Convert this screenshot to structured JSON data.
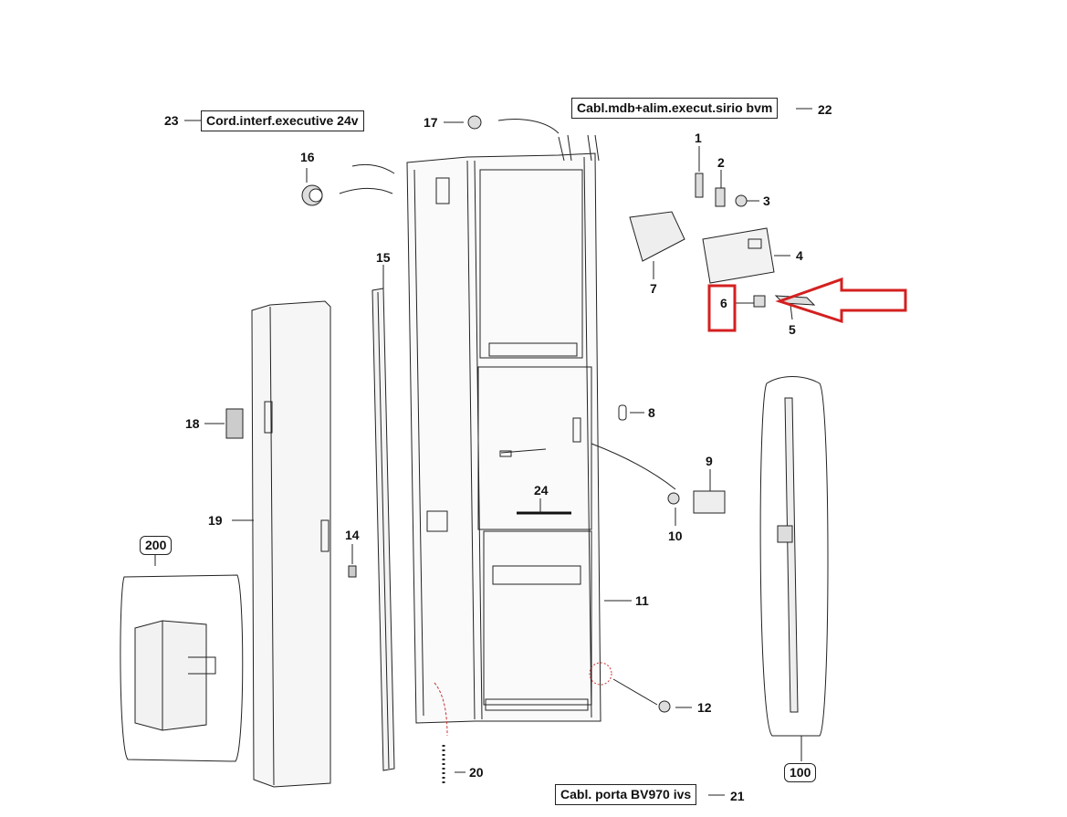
{
  "labels": {
    "part_1": "1",
    "part_2": "2",
    "part_3": "3",
    "part_4": "4",
    "part_5": "5",
    "part_6": "6",
    "part_7": "7",
    "part_8": "8",
    "part_9": "9",
    "part_10": "10",
    "part_11": "11",
    "part_12": "12",
    "part_14": "14",
    "part_15": "15",
    "part_16": "16",
    "part_17": "17",
    "part_18": "18",
    "part_19": "19",
    "part_20": "20",
    "part_21": "21",
    "part_22": "22",
    "part_23": "23",
    "part_24": "24",
    "part_100": "100",
    "part_200": "200"
  },
  "cable_labels": {
    "cable_23": "Cord.interf.executive 24v",
    "cable_22": "Cabl.mdb+alim.execut.sirio bvm",
    "cable_21": "Cabl. porta BV970 ivs"
  },
  "colors": {
    "line": "#222222",
    "highlight": "#d42020",
    "panel_fill": "#f4f4f4"
  },
  "icons": {
    "arrow": "red-arrow-icon",
    "highlight_box": "red-highlight-box"
  }
}
